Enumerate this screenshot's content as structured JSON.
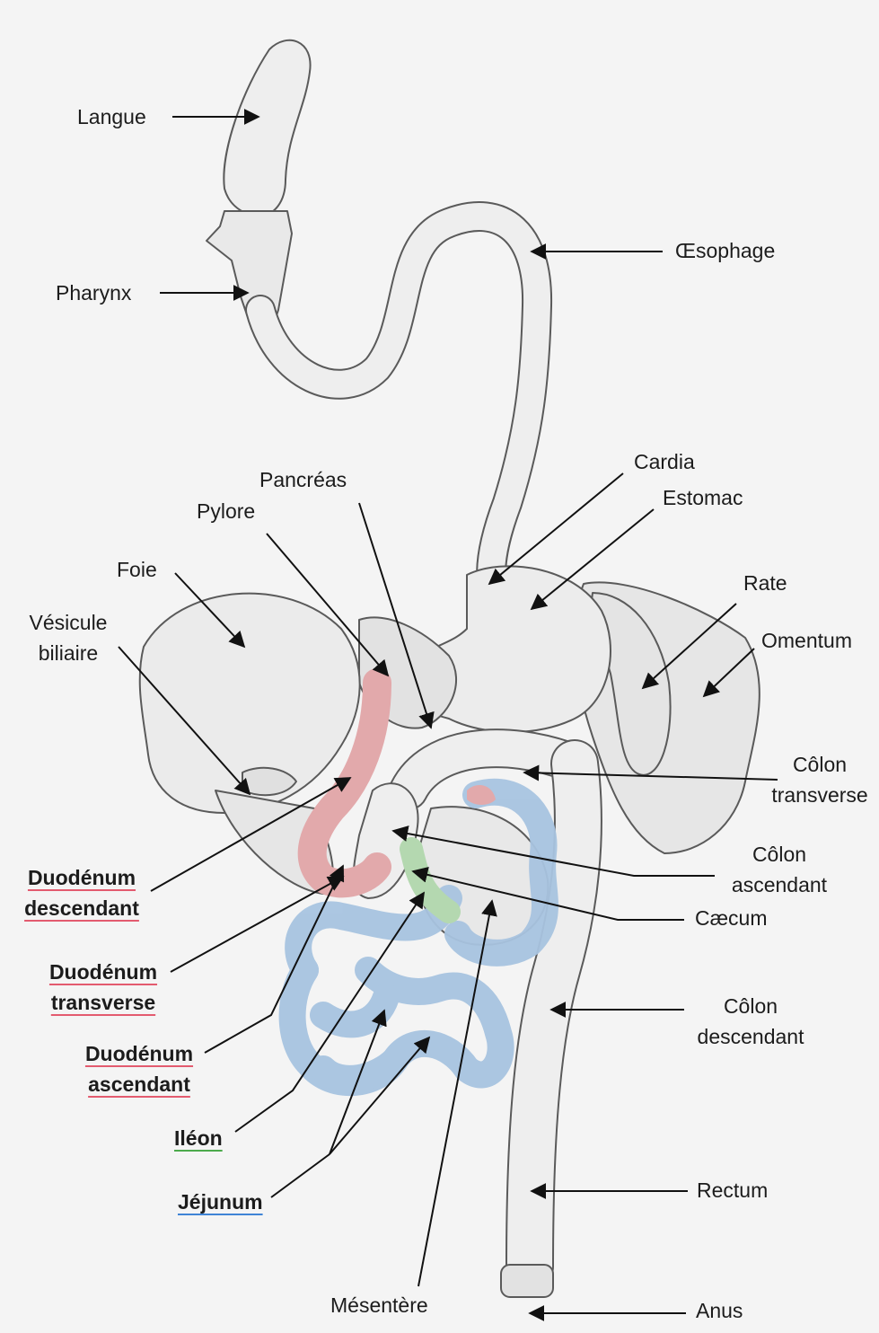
{
  "labels": {
    "langue": "Langue",
    "pharynx": "Pharynx",
    "oesophage": "Œsophage",
    "pancreas": "Pancréas",
    "cardia": "Cardia",
    "pylore": "Pylore",
    "estomac": "Estomac",
    "foie": "Foie",
    "rate": "Rate",
    "vesicule": [
      "Vésicule",
      "biliaire"
    ],
    "omentum": "Omentum",
    "colon_transverse": [
      "Côlon",
      "transverse"
    ],
    "colon_ascendant": [
      "Côlon",
      "ascendant"
    ],
    "duodenum_descendant": [
      "Duodénum",
      "descendant"
    ],
    "caecum": "Cæcum",
    "duodenum_transverse": [
      "Duodénum",
      "transverse"
    ],
    "colon_descendant": [
      "Côlon",
      "descendant"
    ],
    "duodenum_ascendant": [
      "Duodénum",
      "ascendant"
    ],
    "ileon": "Iléon",
    "jejunum": "Jéjunum",
    "rectum": "Rectum",
    "mesentere": "Mésentère",
    "anus": "Anus"
  },
  "colors": {
    "duodenum": "#e2a9ab",
    "ileon": "#b4d8b0",
    "jejunum": "#a8c4e0",
    "organ_fill": "#eeeeee",
    "outline": "#5a5a5a",
    "underline_duodenum": "#e35b6f",
    "underline_ileon": "#4caa4c",
    "underline_jejunum": "#3f84d6"
  }
}
